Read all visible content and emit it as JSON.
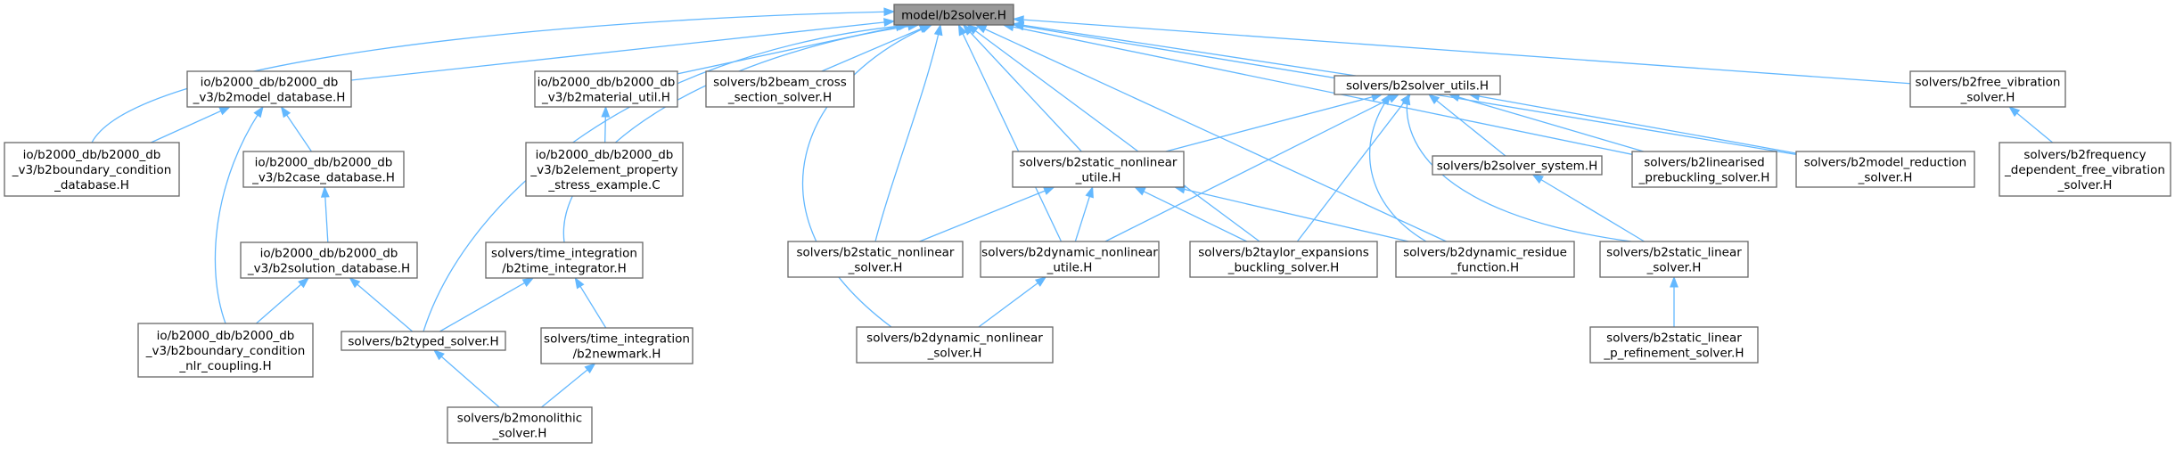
{
  "root": {
    "id": "b2solver",
    "lines": [
      "model/b2solver.H"
    ]
  },
  "nodes": [
    {
      "id": "model_database",
      "lines": [
        "io/b2000_db/b2000_db",
        "_v3/b2model_database.H"
      ]
    },
    {
      "id": "material_util",
      "lines": [
        "io/b2000_db/b2000_db",
        "_v3/b2material_util.H"
      ]
    },
    {
      "id": "beam_cross",
      "lines": [
        "solvers/b2beam_cross",
        "_section_solver.H"
      ]
    },
    {
      "id": "solver_utils",
      "lines": [
        "solvers/b2solver_utils.H"
      ]
    },
    {
      "id": "free_vibration",
      "lines": [
        "solvers/b2free_vibration",
        "_solver.H"
      ]
    },
    {
      "id": "boundary_condition",
      "lines": [
        "io/b2000_db/b2000_db",
        "_v3/b2boundary_condition",
        "_database.H"
      ]
    },
    {
      "id": "case_database",
      "lines": [
        "io/b2000_db/b2000_db",
        "_v3/b2case_database.H"
      ]
    },
    {
      "id": "element_property",
      "lines": [
        "io/b2000_db/b2000_db",
        "_v3/b2element_property",
        "_stress_example.C"
      ]
    },
    {
      "id": "static_nonlinear_utile",
      "lines": [
        "solvers/b2static_nonlinear",
        "_utile.H"
      ]
    },
    {
      "id": "solver_system",
      "lines": [
        "solvers/b2solver_system.H"
      ]
    },
    {
      "id": "linearised",
      "lines": [
        "solvers/b2linearised",
        "_prebuckling_solver.H"
      ]
    },
    {
      "id": "model_reduction",
      "lines": [
        "solvers/b2model_reduction",
        "_solver.H"
      ]
    },
    {
      "id": "frequency_dependent",
      "lines": [
        "solvers/b2frequency",
        "_dependent_free_vibration",
        "_solver.H"
      ]
    },
    {
      "id": "solution_database",
      "lines": [
        "io/b2000_db/b2000_db",
        "_v3/b2solution_database.H"
      ]
    },
    {
      "id": "time_integrator",
      "lines": [
        "solvers/time_integration",
        "/b2time_integrator.H"
      ]
    },
    {
      "id": "static_nonlinear_solver",
      "lines": [
        "solvers/b2static_nonlinear",
        "_solver.H"
      ]
    },
    {
      "id": "dynamic_nonlinear_utile",
      "lines": [
        "solvers/b2dynamic_nonlinear",
        "_utile.H"
      ]
    },
    {
      "id": "taylor",
      "lines": [
        "solvers/b2taylor_expansions",
        "_buckling_solver.H"
      ]
    },
    {
      "id": "dynamic_residue",
      "lines": [
        "solvers/b2dynamic_residue",
        "_function.H"
      ]
    },
    {
      "id": "static_linear_solver",
      "lines": [
        "solvers/b2static_linear",
        "_solver.H"
      ]
    },
    {
      "id": "nlr_coupling",
      "lines": [
        "io/b2000_db/b2000_db",
        "_v3/b2boundary_condition",
        "_nlr_coupling.H"
      ]
    },
    {
      "id": "typed_solver",
      "lines": [
        "solvers/b2typed_solver.H"
      ]
    },
    {
      "id": "newmark",
      "lines": [
        "solvers/time_integration",
        "/b2newmark.H"
      ]
    },
    {
      "id": "dynamic_nonlinear_solver",
      "lines": [
        "solvers/b2dynamic_nonlinear",
        "_solver.H"
      ]
    },
    {
      "id": "p_refinement",
      "lines": [
        "solvers/b2static_linear",
        "_p_refinement_solver.H"
      ]
    },
    {
      "id": "monolithic",
      "lines": [
        "solvers/b2monolithic",
        "_solver.H"
      ]
    }
  ],
  "edges": [
    [
      "model_database",
      "b2solver"
    ],
    [
      "material_util",
      "b2solver"
    ],
    [
      "beam_cross",
      "b2solver"
    ],
    [
      "solver_utils",
      "b2solver"
    ],
    [
      "free_vibration",
      "b2solver"
    ],
    [
      "boundary_condition",
      "b2solver"
    ],
    [
      "typed_solver",
      "b2solver"
    ],
    [
      "time_integrator",
      "b2solver"
    ],
    [
      "dynamic_nonlinear_solver",
      "b2solver"
    ],
    [
      "static_nonlinear_solver",
      "b2solver"
    ],
    [
      "dynamic_nonlinear_utile",
      "b2solver"
    ],
    [
      "static_nonlinear_utile",
      "b2solver"
    ],
    [
      "taylor",
      "b2solver"
    ],
    [
      "dynamic_residue",
      "b2solver"
    ],
    [
      "linearised",
      "b2solver"
    ],
    [
      "model_reduction",
      "b2solver"
    ],
    [
      "boundary_condition",
      "model_database"
    ],
    [
      "case_database",
      "model_database"
    ],
    [
      "nlr_coupling",
      "model_database"
    ],
    [
      "element_property",
      "material_util"
    ],
    [
      "frequency_dependent",
      "free_vibration"
    ],
    [
      "static_nonlinear_utile",
      "solver_utils"
    ],
    [
      "solver_system",
      "solver_utils"
    ],
    [
      "linearised",
      "solver_utils"
    ],
    [
      "model_reduction",
      "solver_utils"
    ],
    [
      "dynamic_nonlinear_utile",
      "solver_utils"
    ],
    [
      "dynamic_residue",
      "solver_utils"
    ],
    [
      "static_linear_solver",
      "solver_utils"
    ],
    [
      "taylor",
      "solver_utils"
    ],
    [
      "solution_database",
      "case_database"
    ],
    [
      "nlr_coupling",
      "solution_database"
    ],
    [
      "typed_solver",
      "solution_database"
    ],
    [
      "typed_solver",
      "time_integrator"
    ],
    [
      "newmark",
      "time_integrator"
    ],
    [
      "static_nonlinear_solver",
      "static_nonlinear_utile"
    ],
    [
      "dynamic_nonlinear_utile",
      "static_nonlinear_utile"
    ],
    [
      "taylor",
      "static_nonlinear_utile"
    ],
    [
      "dynamic_residue",
      "static_nonlinear_utile"
    ],
    [
      "static_linear_solver",
      "solver_system"
    ],
    [
      "dynamic_nonlinear_solver",
      "dynamic_nonlinear_utile"
    ],
    [
      "p_refinement",
      "static_linear_solver"
    ],
    [
      "monolithic",
      "typed_solver"
    ],
    [
      "monolithic",
      "newmark"
    ]
  ]
}
